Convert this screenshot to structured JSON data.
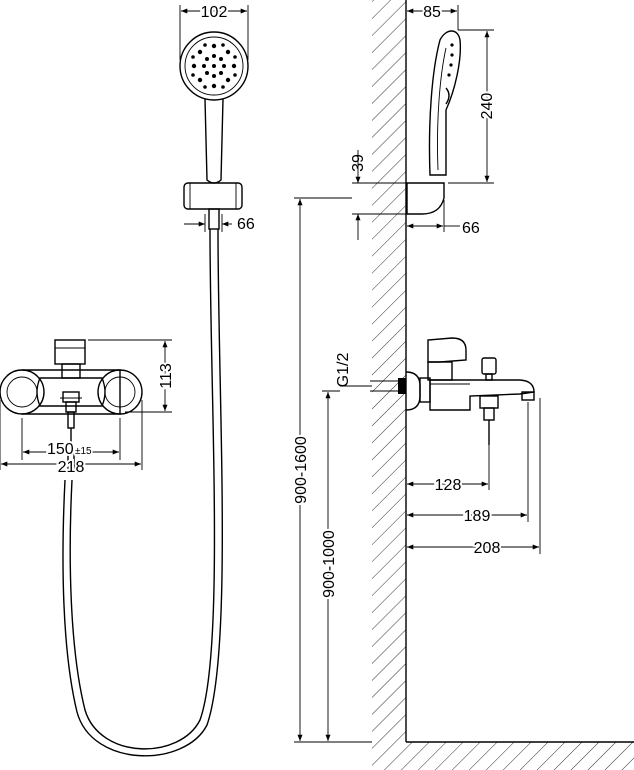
{
  "dimensions": {
    "head_width": "102",
    "holder_width": "66",
    "side_head_depth": "85",
    "side_head_height": "240",
    "side_holder_height": "39",
    "side_holder_width": "66",
    "inlet_thread": "G1/2",
    "mixer_height": "113",
    "center_distance": "150",
    "center_tolerance": "±15",
    "mixer_width": "218",
    "holder_install_height": "900-1600",
    "mixer_install_height": "900-1000",
    "wall_to_handle_axis": "128",
    "wall_to_diverter": "189",
    "spout_length": "208"
  }
}
